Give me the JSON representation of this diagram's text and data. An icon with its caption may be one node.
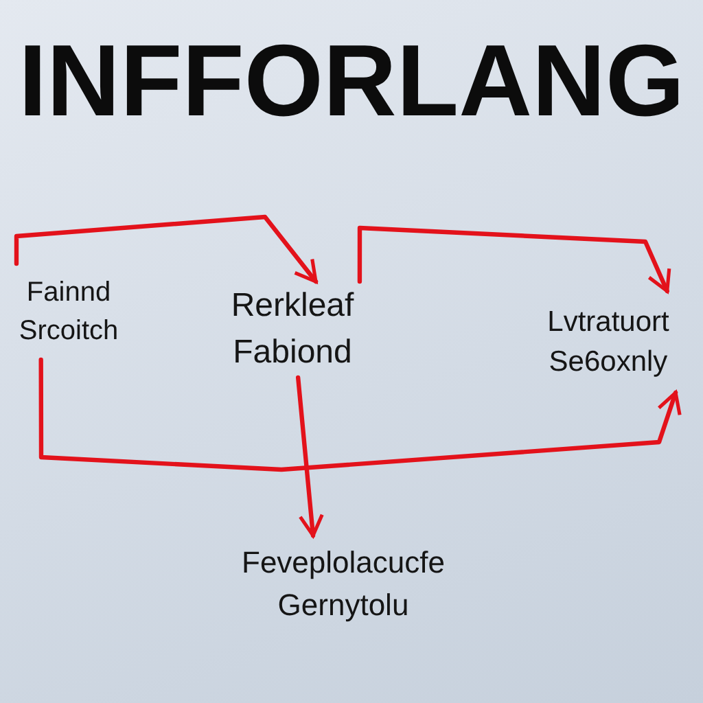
{
  "diagram": {
    "title": "INFFORLANG",
    "nodes": [
      {
        "text": [
          "Fainnd Srcoitch"
        ]
      },
      {
        "text": [
          "Rerkleaf Fabiond"
        ]
      },
      {
        "text": [
          "Lvtratuort Se6oxnly"
        ]
      },
      {
        "text": [
          "Feveplolacucfe Gernytolu"
        ]
      }
    ],
    "edges": [
      {
        "from": 0,
        "to": 1,
        "arrow": "to"
      },
      {
        "from": 1,
        "to": 2,
        "arrow": "to"
      },
      {
        "from": 0,
        "to": 2,
        "arrow": "to"
      },
      {
        "from": 1,
        "to": 3,
        "arrow": "to"
      }
    ]
  }
}
